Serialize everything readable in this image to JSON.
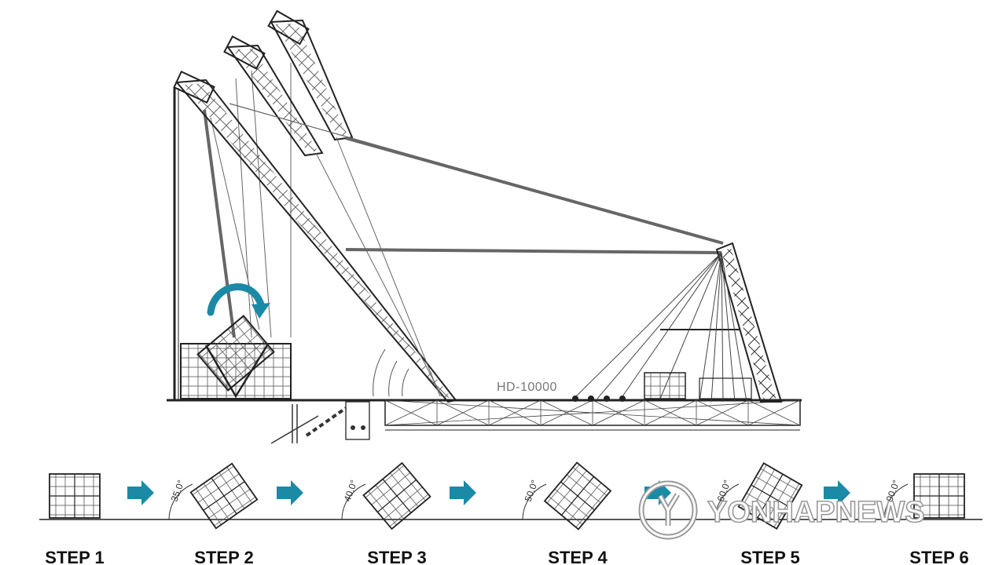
{
  "crane_label": "HD-10000",
  "arrow_color": "#1a8aa6",
  "steps": [
    {
      "label": "STEP 1",
      "angle_label": "",
      "tilt": 0
    },
    {
      "label": "STEP 2",
      "angle_label": "35.0°",
      "tilt": 35
    },
    {
      "label": "STEP 3",
      "angle_label": "40.0°",
      "tilt": 40
    },
    {
      "label": "STEP 4",
      "angle_label": "50.0°",
      "tilt": 50
    },
    {
      "label": "STEP 5",
      "angle_label": "60.0°",
      "tilt": 60
    },
    {
      "label": "STEP 6",
      "angle_label": "90.0°",
      "tilt": 90
    }
  ],
  "watermark": "YONHAPNEWS",
  "icons": [
    "rotation-arrow-icon",
    "step-arrow-icon",
    "yonhap-logo-icon"
  ]
}
